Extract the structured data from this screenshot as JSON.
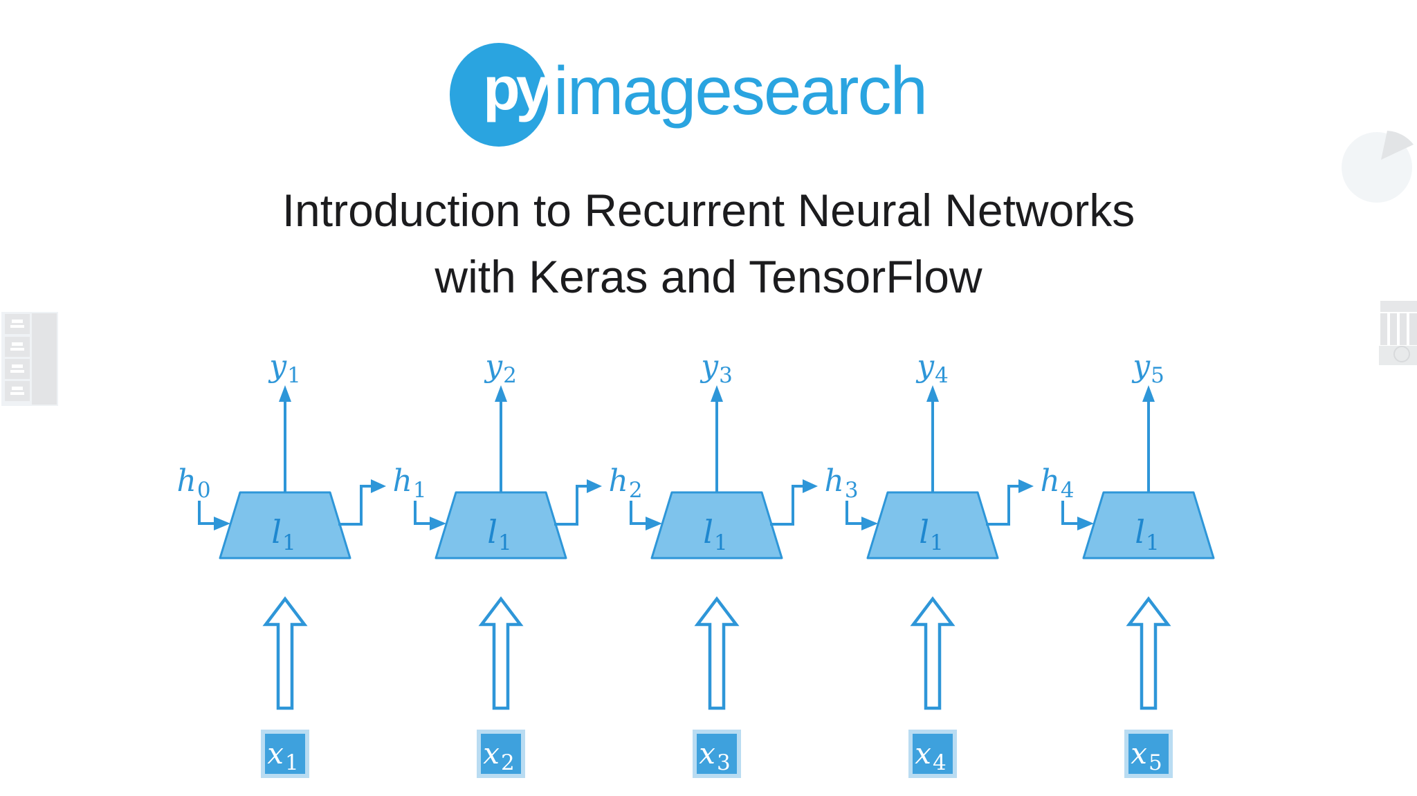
{
  "logo": {
    "monogram": "py",
    "wordmark": "imagesearch"
  },
  "title": {
    "line1": "Introduction to Recurrent Neural Networks",
    "line2": "with Keras and TensorFlow"
  },
  "colors": {
    "logo_blue": "#2AA4E0",
    "accent_stroke": "#2E96D8",
    "trapezoid_fill": "#7EC3EC",
    "layer_label_blue": "#1E87CF",
    "input_box_fill": "#3EA1DD",
    "input_box_border": "#B9DCF2",
    "title_color": "#1C1C1E",
    "faint_icon_gray": "#E4E5E7"
  },
  "diagram": {
    "cells": [
      {
        "output_label": {
          "main": "y",
          "sub": "1"
        },
        "state_label": {
          "main": "h",
          "sub": "0"
        },
        "layer_label": {
          "main": "l",
          "sub": "1"
        },
        "input_label": {
          "main": "x",
          "sub": "1"
        }
      },
      {
        "output_label": {
          "main": "y",
          "sub": "2"
        },
        "state_label": {
          "main": "h",
          "sub": "1"
        },
        "layer_label": {
          "main": "l",
          "sub": "1"
        },
        "input_label": {
          "main": "x",
          "sub": "2"
        }
      },
      {
        "output_label": {
          "main": "y",
          "sub": "3"
        },
        "state_label": {
          "main": "h",
          "sub": "2"
        },
        "layer_label": {
          "main": "l",
          "sub": "1"
        },
        "input_label": {
          "main": "x",
          "sub": "3"
        }
      },
      {
        "output_label": {
          "main": "y",
          "sub": "4"
        },
        "state_label": {
          "main": "h",
          "sub": "3"
        },
        "layer_label": {
          "main": "l",
          "sub": "1"
        },
        "input_label": {
          "main": "x",
          "sub": "4"
        }
      },
      {
        "output_label": {
          "main": "y",
          "sub": "5"
        },
        "state_label": {
          "main": "h",
          "sub": "4"
        },
        "layer_label": {
          "main": "l",
          "sub": "1"
        },
        "input_label": {
          "main": "x",
          "sub": "5"
        }
      }
    ]
  }
}
